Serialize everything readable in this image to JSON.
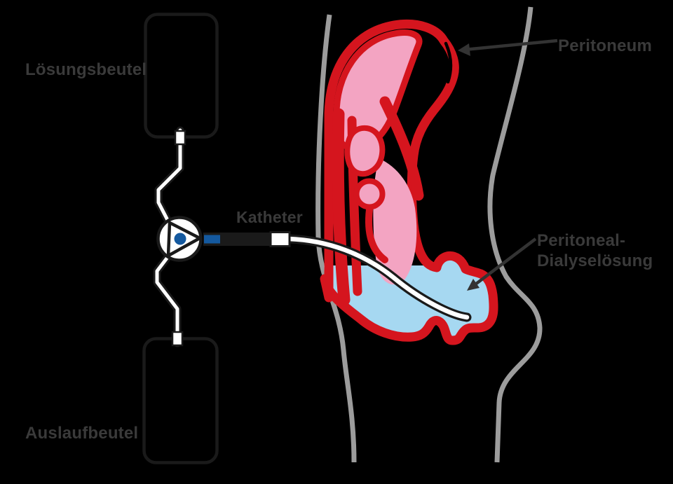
{
  "diagram": {
    "labels": {
      "solution_bag": "Lösungsbeutel",
      "drain_bag": "Auslaufbeutel",
      "catheter": "Katheter",
      "peritoneum": "Peritoneum",
      "dialysis_solution_line1": "Peritoneal-",
      "dialysis_solution_line2": "Dialyselösung"
    },
    "colors": {
      "background": "#000000",
      "body_outline_gray": "#9c9c9c",
      "peritoneum_red": "#d5151e",
      "organ_pink": "#f3a4c2",
      "fluid_blue": "#a6d8f1",
      "accent_blue": "#14599f",
      "line_black": "#1a1a1a",
      "label_gray": "#3a3a3a",
      "arrow_dark": "#333333",
      "white": "#ffffff"
    }
  }
}
